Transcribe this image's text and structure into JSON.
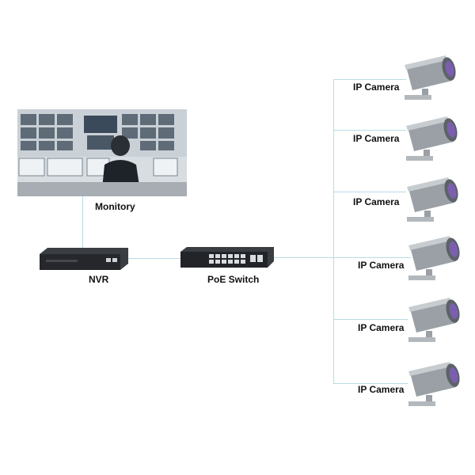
{
  "diagram": {
    "monitor": {
      "label": "Monitory"
    },
    "nvr": {
      "label": "NVR"
    },
    "switch": {
      "label": "PoE Switch"
    },
    "cameras": [
      {
        "label": "IP Camera"
      },
      {
        "label": "IP Camera"
      },
      {
        "label": "IP Camera"
      },
      {
        "label": "IP Camera"
      },
      {
        "label": "IP Camera"
      },
      {
        "label": "IP Camera"
      }
    ]
  },
  "colors": {
    "connector": "#b7dbe6",
    "device_body": "#2b2b2b",
    "camera_body": "#9aa0a6",
    "wall_screen": "#5f6b77"
  }
}
